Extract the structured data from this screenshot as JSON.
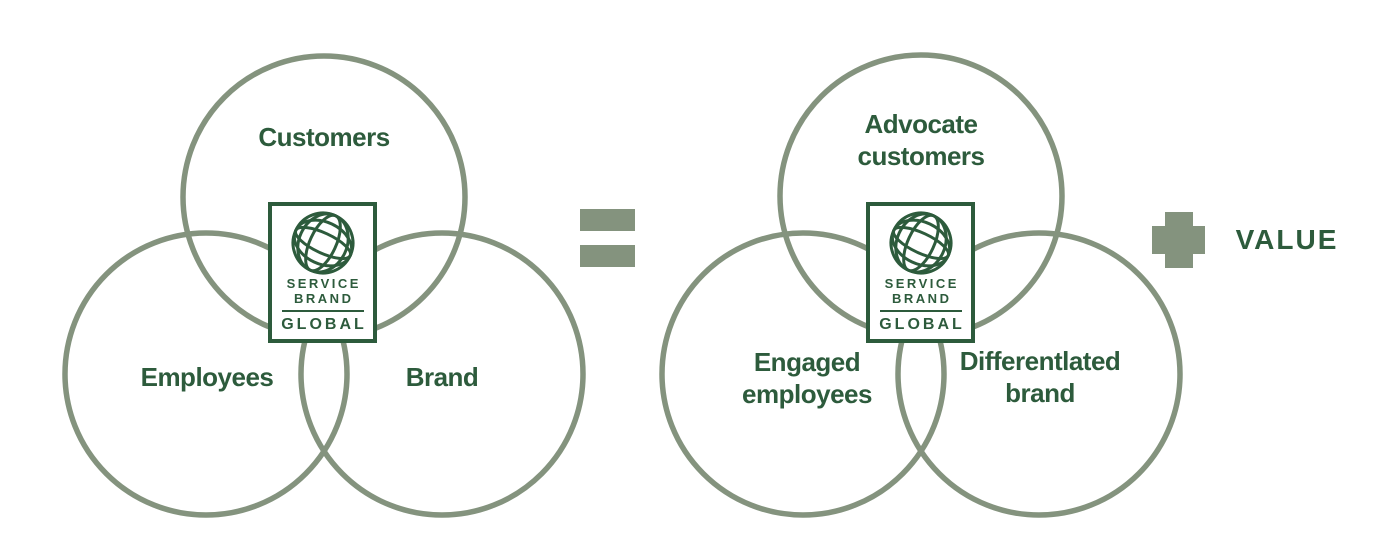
{
  "colors": {
    "sage_green": "#84937E",
    "dark_green": "#2D5B3C",
    "background": "#FFFFFF"
  },
  "logo": {
    "line1": "SERVICE",
    "line2": "BRAND",
    "line3": "GLOBAL",
    "icon": "globe-icon"
  },
  "left_diagram": {
    "top_label": "Customers",
    "bottom_left_label": "Employees",
    "bottom_right_label": "Brand"
  },
  "operators": {
    "equals": "equals-icon",
    "plus": "plus-icon"
  },
  "right_diagram": {
    "top_label_line1": "Advocate",
    "top_label_line2": "customers",
    "bottom_left_label_line1": "Engaged",
    "bottom_left_label_line2": "employees",
    "bottom_right_label_line1": "Differentlated",
    "bottom_right_label_line2": "brand"
  },
  "result_label": "VALUE"
}
